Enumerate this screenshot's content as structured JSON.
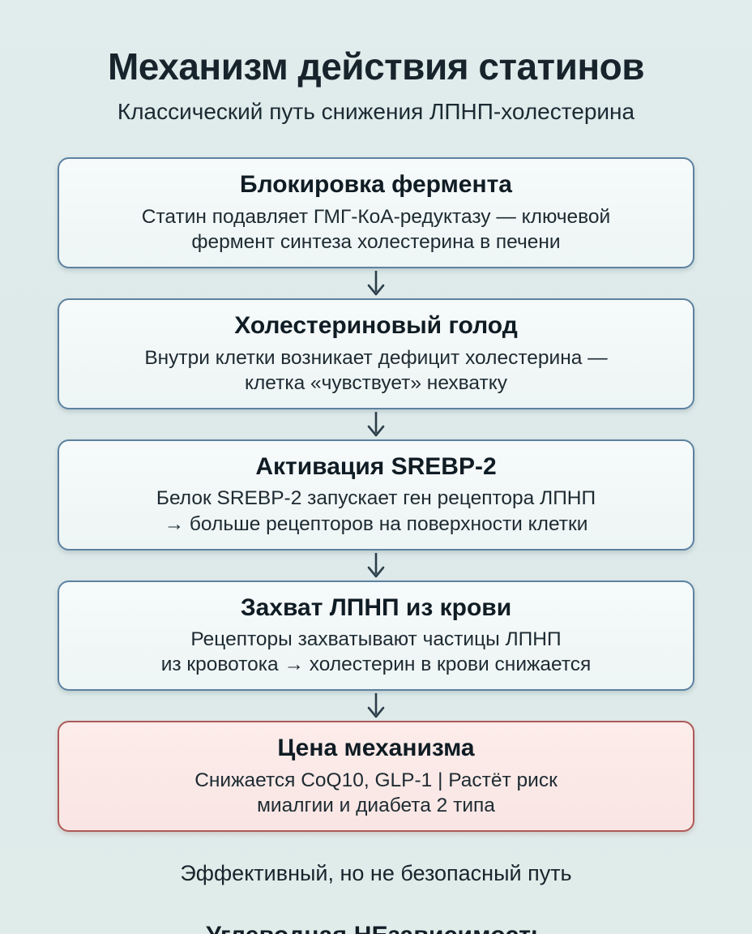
{
  "page": {
    "title": "Механизм действия статинов",
    "subtitle": "Классический путь снижения ЛПНП-холестерина",
    "footer_note": "Эффективный, но не безопасный путь",
    "brand": "Углеводная НЕзависимость"
  },
  "flow": {
    "steps": [
      {
        "title": "Блокировка фермента",
        "body_lines": [
          "Статин подавляет ГМГ-КоА-редуктазу — ключевой",
          "фермент синтеза холестерина в печени"
        ],
        "variant": "normal"
      },
      {
        "title": "Холестериновый голод",
        "body_lines": [
          "Внутри клетки возникает дефицит холестерина —",
          "клетка «чувствует» нехватку"
        ],
        "variant": "normal"
      },
      {
        "title": "Активация SREBP-2",
        "body_lines": [
          "Белок SREBP-2 запускает ген рецептора ЛПНП",
          "→ больше рецепторов на поверхности клетки"
        ],
        "variant": "normal"
      },
      {
        "title": "Захват ЛПНП из крови",
        "body_lines": [
          "Рецепторы захватывают частицы ЛПНП",
          "из кровотока → холестерин в крови снижается"
        ],
        "variant": "normal"
      },
      {
        "title": "Цена механизма",
        "body_lines": [
          "Снижается CoQ10, GLP-1 | Растёт риск",
          "миалгии и диабета 2 типа"
        ],
        "variant": "warning"
      }
    ],
    "connector_icon": "down-arrow"
  },
  "colors": {
    "background": "#dfeaea",
    "box_fill": "#f4f9f8",
    "box_border": "#5d82a0",
    "warning_fill": "#fbeae8",
    "warning_border": "#ad5a58",
    "text": "#15222a",
    "arrow": "#2c3e4a"
  }
}
